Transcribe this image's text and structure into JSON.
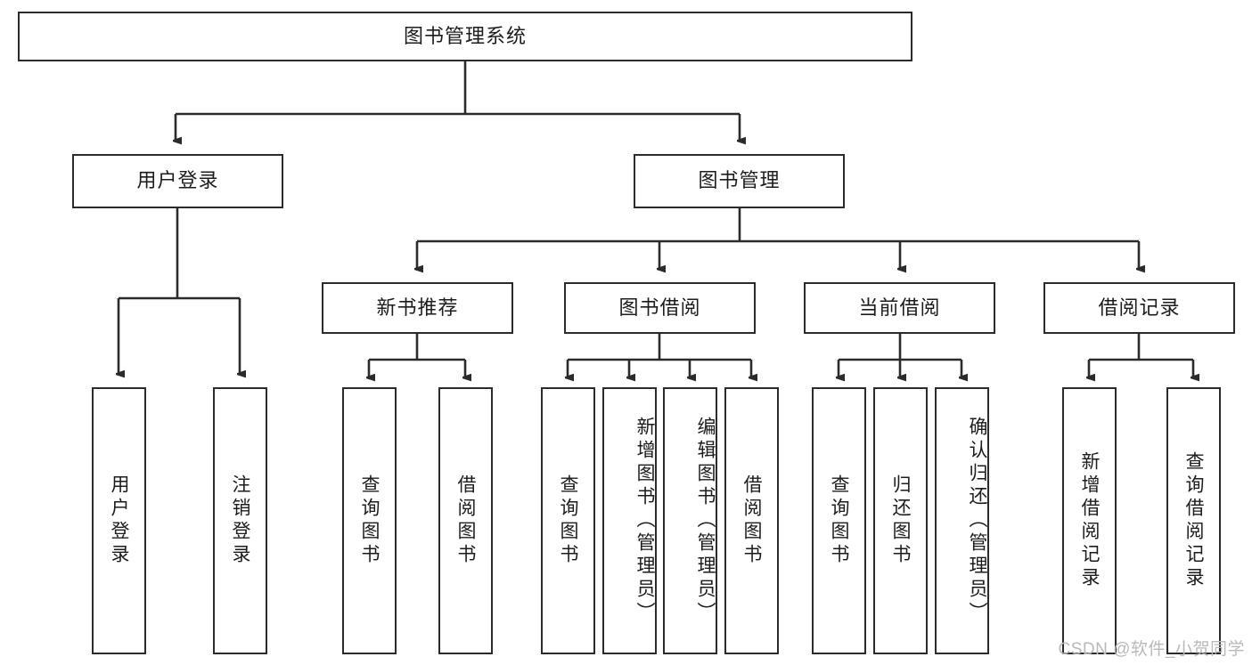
{
  "diagram": {
    "title": "图书管理系统",
    "type": "tree-hierarchy-chart",
    "watermark": "CSDN @软件_小贺同学",
    "colors": {
      "box_border": "#2b2b2b",
      "box_fill": "#ffffff",
      "connector": "#2b2b2b",
      "text": "#1c1c1c",
      "watermark": "#b9b9b9",
      "background": "#ffffff"
    },
    "root": {
      "label": "图书管理系统"
    },
    "level2": [
      {
        "label": "用户登录"
      },
      {
        "label": "图书管理"
      }
    ],
    "level3": [
      {
        "label": "新书推荐"
      },
      {
        "label": "图书借阅"
      },
      {
        "label": "当前借阅"
      },
      {
        "label": "借阅记录"
      }
    ],
    "leaves": {
      "user_login": [
        {
          "label": "用户登录"
        },
        {
          "label": "注销登录"
        }
      ],
      "new_book_recommend": [
        {
          "label": "查询图书"
        },
        {
          "label": "借阅图书"
        }
      ],
      "book_borrow": [
        {
          "label": "查询图书"
        },
        {
          "label": "新增图书（管理员）"
        },
        {
          "label": "编辑图书（管理员）"
        },
        {
          "label": "借阅图书"
        }
      ],
      "current_borrow": [
        {
          "label": "查询图书"
        },
        {
          "label": "归还图书"
        },
        {
          "label": "确认归还（管理员）"
        }
      ],
      "borrow_record": [
        {
          "label": "新增借阅记录"
        },
        {
          "label": "查询借阅记录"
        }
      ]
    }
  }
}
